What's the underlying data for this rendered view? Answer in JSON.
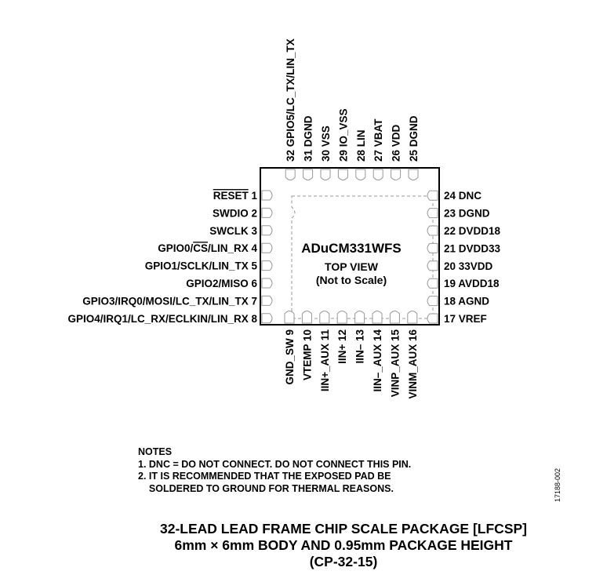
{
  "chip": {
    "name": "ADuCM331WFS",
    "view": "TOP VIEW",
    "scale_note": "(Not to Scale)"
  },
  "pins": {
    "left": [
      {
        "num": "1",
        "name": "RESET",
        "overbar": "RESET"
      },
      {
        "num": "2",
        "name": "SWDIO"
      },
      {
        "num": "3",
        "name": "SWCLK"
      },
      {
        "num": "4",
        "name": "GPIO0/CS/LIN_RX",
        "pre": "GPIO0/",
        "overbar": "CS",
        "post": "/LIN_RX"
      },
      {
        "num": "5",
        "name": "GPIO1/SCLK/LIN_TX"
      },
      {
        "num": "6",
        "name": "GPIO2/MISO"
      },
      {
        "num": "7",
        "name": "GPIO3/IRQ0/MOSI/LC_TX/LIN_TX"
      },
      {
        "num": "8",
        "name": "GPIO4/IRQ1/LC_RX/ECLKIN/LIN_RX"
      }
    ],
    "bottom": [
      {
        "num": "9",
        "name": "GND_SW"
      },
      {
        "num": "10",
        "name": "VTEMP"
      },
      {
        "num": "11",
        "name": "IIN+_AUX"
      },
      {
        "num": "12",
        "name": "IIN+"
      },
      {
        "num": "13",
        "name": "IIN–"
      },
      {
        "num": "14",
        "name": "IIN–_AUX"
      },
      {
        "num": "15",
        "name": "VINP_AUX"
      },
      {
        "num": "16",
        "name": "VINM_AUX"
      }
    ],
    "right": [
      {
        "num": "17",
        "name": "VREF"
      },
      {
        "num": "18",
        "name": "AGND"
      },
      {
        "num": "19",
        "name": "AVDD18"
      },
      {
        "num": "20",
        "name": "33VDD"
      },
      {
        "num": "21",
        "name": "DVDD33"
      },
      {
        "num": "22",
        "name": "DVDD18"
      },
      {
        "num": "23",
        "name": "DGND"
      },
      {
        "num": "24",
        "name": "DNC"
      }
    ],
    "top": [
      {
        "num": "25",
        "name": "DGND"
      },
      {
        "num": "26",
        "name": "VDD"
      },
      {
        "num": "27",
        "name": "VBAT"
      },
      {
        "num": "28",
        "name": "LIN"
      },
      {
        "num": "29",
        "name": "IO_VSS"
      },
      {
        "num": "30",
        "name": "VSS"
      },
      {
        "num": "31",
        "name": "DGND"
      },
      {
        "num": "32",
        "name": "GPIO5/LC_TX/LIN_TX"
      }
    ]
  },
  "notes": {
    "heading": "NOTES",
    "items": [
      "1. DNC = DO NOT CONNECT. DO NOT CONNECT THIS PIN.",
      "2. IT IS RECOMMENDED THAT THE EXPOSED PAD BE\n    SOLDERED TO GROUND FOR THERMAL REASONS."
    ]
  },
  "figure_id": "17188-002",
  "caption": {
    "line1": "32-LEAD LEAD FRAME CHIP SCALE PACKAGE [LFCSP]",
    "line2": "6mm × 6mm BODY AND 0.95mm PACKAGE HEIGHT",
    "line3": "(CP-32-15)"
  }
}
